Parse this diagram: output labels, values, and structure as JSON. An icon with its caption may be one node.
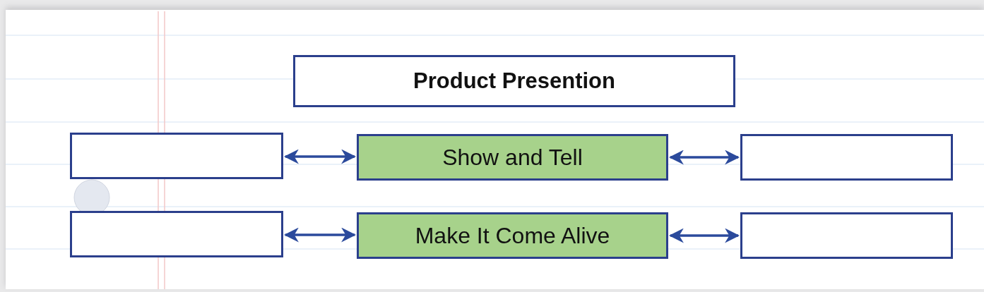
{
  "diagram": {
    "nodes": [
      {
        "text": [
          "Product Presention"
        ]
      },
      {
        "text": [],
        "shape": "box"
      },
      {
        "text": [
          "Show and Tell"
        ]
      },
      {
        "text": [],
        "shape": "box"
      },
      {
        "text": [],
        "shape": "box"
      },
      {
        "text": [
          "Make It Come Alive"
        ]
      },
      {
        "text": [],
        "shape": "box"
      }
    ],
    "edges": [
      {
        "from": 1,
        "to": 2,
        "arrow": "both"
      },
      {
        "from": 2,
        "to": 3,
        "arrow": "both"
      },
      {
        "from": 4,
        "to": 5,
        "arrow": "both"
      },
      {
        "from": 5,
        "to": 6,
        "arrow": "both"
      }
    ]
  }
}
